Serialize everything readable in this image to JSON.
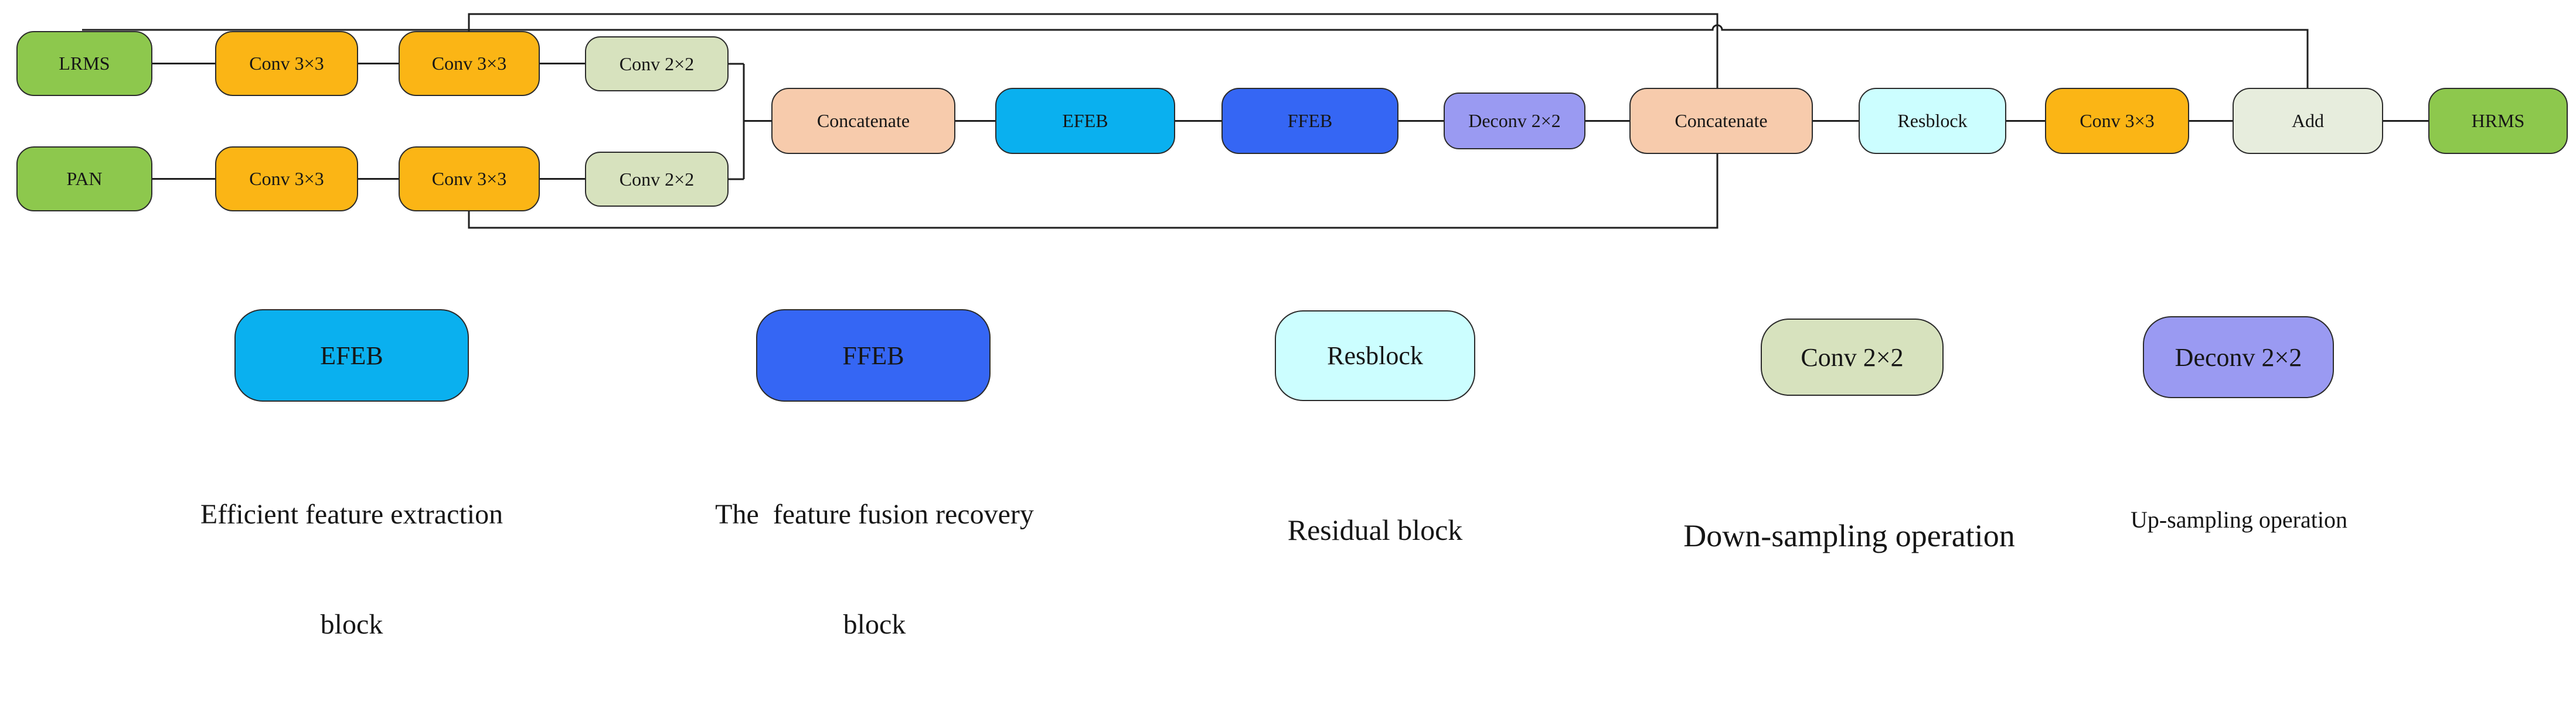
{
  "colors": {
    "green": "#8dc84d",
    "orange": "#fbb515",
    "sage": "#d7e2be",
    "peach": "#f7cbac",
    "cyan": "#0ab0ef",
    "blue": "#3566f4",
    "purple": "#9a9af2",
    "pale_cyan": "#ccfeff",
    "pale_green": "#e7eddd",
    "line": "#1f1f1f"
  },
  "flow": {
    "nodes": [
      {
        "id": "lrms",
        "label": "LRMS"
      },
      {
        "id": "conv33-lrms-1",
        "label": "Conv 3×3"
      },
      {
        "id": "conv33-lrms-2",
        "label": "Conv 3×3"
      },
      {
        "id": "conv22-lrms",
        "label": "Conv 2×2"
      },
      {
        "id": "pan",
        "label": "PAN"
      },
      {
        "id": "conv33-pan-1",
        "label": "Conv 3×3"
      },
      {
        "id": "conv33-pan-2",
        "label": "Conv 3×3"
      },
      {
        "id": "conv22-pan",
        "label": "Conv 2×2"
      },
      {
        "id": "concatenate-1",
        "label": "Concatenate"
      },
      {
        "id": "efeb",
        "label": "EFEB"
      },
      {
        "id": "ffeb",
        "label": "FFEB"
      },
      {
        "id": "deconv22",
        "label": "Deconv 2×2"
      },
      {
        "id": "concatenate-2",
        "label": "Concatenate"
      },
      {
        "id": "resblock",
        "label": "Resblock"
      },
      {
        "id": "conv33-out",
        "label": "Conv 3×3"
      },
      {
        "id": "add",
        "label": "Add"
      },
      {
        "id": "hrms",
        "label": "HRMS"
      }
    ]
  },
  "legend": {
    "items": [
      {
        "label": "EFEB",
        "caption_l1": "Efficient feature extraction",
        "caption_l2": "block"
      },
      {
        "label": "FFEB",
        "caption_l1": "The  feature fusion recovery",
        "caption_l2": "block"
      },
      {
        "label": "Resblock",
        "caption_l1": "Residual block",
        "caption_l2": ""
      },
      {
        "label": "Conv 2×2",
        "caption_l1": "Down-sampling operation",
        "caption_l2": ""
      },
      {
        "label": "Deconv 2×2",
        "caption_l1": "Up-sampling operation",
        "caption_l2": ""
      }
    ]
  }
}
